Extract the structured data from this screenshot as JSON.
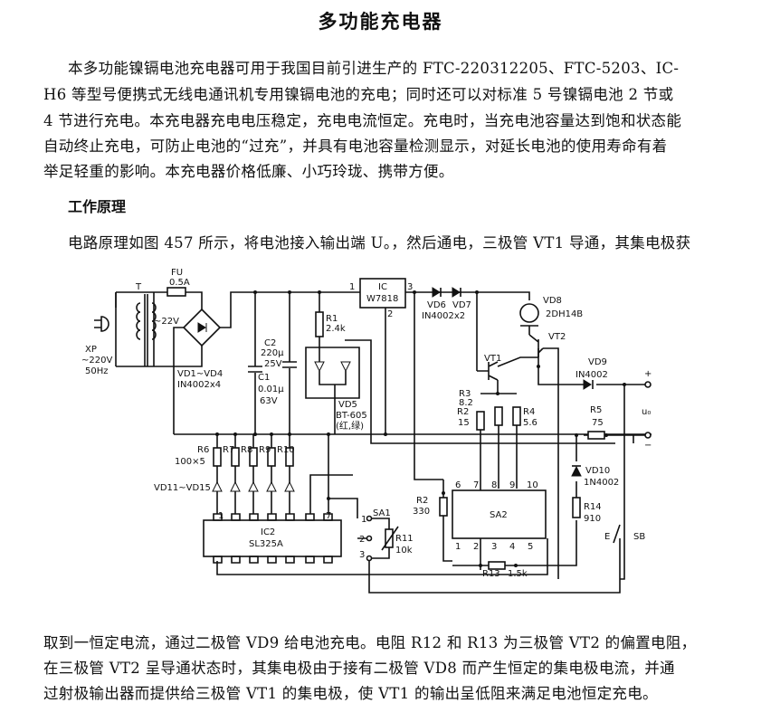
{
  "title": "多功能充电器",
  "intro_lines": [
    "本多功能镍镉电池充电器可用于我国目前引进生产的 FTC-220312205、FTC-5203、IC-",
    "H6 等型号便携式无线电通讯机专用镍镉电池的充电；同时还可以对标准 5 号镍镉电池 2 节或",
    "4 节进行充电。本充电器充电电压稳定，充电电流恒定。充电时，当充电池容量达到饱和状态能",
    "自动终止充电，可防止电池的“过充”，并具有电池容量检测显示，对延长电池的使用寿命有着",
    "举足轻重的影响。本充电器价格低廉、小巧玲珑、携带方便。"
  ],
  "section_heading": "工作原理",
  "principle_line": "电路原理如图 457 所示，将电池接入输出端 U。，然后通电，三极管 VT1 导通，其集电极获",
  "after_lines": [
    "取到一恒定电流，通过二极管 VD9 给电池充电。电阻 R12 和 R13 为三极管 VT2 的偏置电阻，",
    "在三极管 VT2 呈导通状态时，其集电极由于接有二极管 VD8 而产生恒定的集电极电流，并通",
    "过射极输出器而提供给三极管 VT1 的集电极，使 VT1 的输出呈低阻来满足电池恒定充电。"
  ],
  "circuit": {
    "xp": "XP",
    "xp_v": "~220V",
    "xp_f": "50Hz",
    "t": "T",
    "fu": "FU",
    "fu_v": "0.5A",
    "ac": "~22V",
    "vd14": "VD1~VD4",
    "vd14_t": "IN4002x4",
    "c2": "C2",
    "c2_v": "220μ",
    "c2_u": "25V",
    "c1": "C1",
    "c1_v": "0.01μ",
    "c1_u": "63V",
    "r1": "R1",
    "r1_v": "2.4k",
    "vd5": "VD5",
    "vd5_t": "BT-605",
    "vd5_c": "(红,绿)",
    "ic": "IC",
    "ic_t": "W7818",
    "ic_p1": "1",
    "ic_p2": "2",
    "ic_p3": "3",
    "vd6": "VD6",
    "vd7": "VD7",
    "vd67_t": "IN4002x2",
    "vd8": "VD8",
    "vd8_t": "2DH14B",
    "vt1": "VT1",
    "vt2": "VT2",
    "vd9": "VD9",
    "vd9_t": "IN4002",
    "plus": "+",
    "minus": "−",
    "uo": "u₀",
    "r3": "R3",
    "r3_v": "8.2",
    "r2a": "R2",
    "r2a_v": "15",
    "r4": "R4",
    "r4_v": "5.6",
    "r5": "R5",
    "r5_v": "75",
    "r6": "R6",
    "r6_v": "100×5",
    "r7": "R7",
    "r8": "R8",
    "r9": "R9",
    "r10": "R10",
    "vd1115": "VD11~VD15",
    "ic2": "IC2",
    "ic2_t": "SL325A",
    "ic2_p1": "1",
    "ic2_p7": "7",
    "sa1": "SA1",
    "sa1_1": "1",
    "sa1_2": "2",
    "sa1_3": "3",
    "r11": "R11",
    "r11_v": "10k",
    "r2": "R2",
    "r2_v": "330",
    "sa2": "SA2",
    "sa2_top": [
      "6",
      "7",
      "8",
      "9",
      "10"
    ],
    "sa2_bot": [
      "1",
      "2",
      "3",
      "4",
      "5"
    ],
    "r13": "R13",
    "r13_v": "1.5k",
    "vd10": "VD10",
    "vd10_t": "1N4002",
    "r14": "R14",
    "r14_v": "910",
    "sb": "SB",
    "e": "E"
  }
}
